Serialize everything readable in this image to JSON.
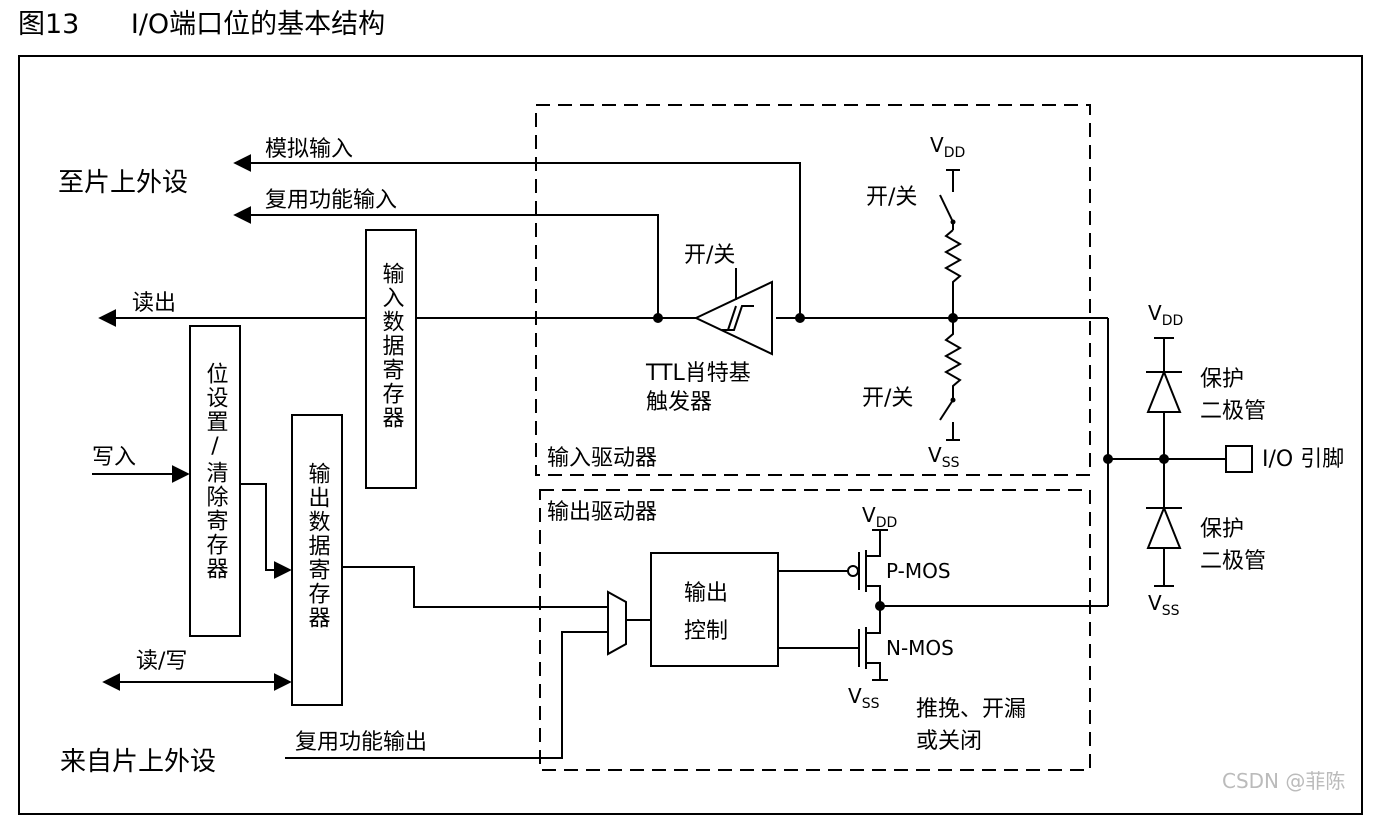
{
  "figure": {
    "number": "图13",
    "title": "I/O端口位的基本结构"
  },
  "labels": {
    "to_onchip_periph": "至片上外设",
    "analog_input": "模拟输入",
    "alt_func_input": "复用功能输入",
    "read_out": "读出",
    "write_in": "写入",
    "read_write": "读/写",
    "from_onchip_periph": "来自片上外设",
    "alt_func_output": "复用功能输出",
    "input_data_register": "输入数据寄存器",
    "bit_set_reset_register": "位设置/清除寄存器",
    "output_data_register": "输出数据寄存器",
    "on_off_1": "开/关",
    "on_off_2": "开/关",
    "on_off_3": "开/关",
    "ttl_schmitt_line1": "TTL肖特基",
    "ttl_schmitt_line2": "触发器",
    "input_driver": "输入驱动器",
    "output_driver": "输出驱动器",
    "output_control_line1": "输出",
    "output_control_line2": "控制",
    "pmos": "P-MOS",
    "nmos": "N-MOS",
    "mode_line1": "推挽、开漏",
    "mode_line2": "或关闭",
    "protect_diode_top_1": "保护",
    "protect_diode_top_2": "二极管",
    "protect_diode_bot_1": "保护",
    "protect_diode_bot_2": "二极管",
    "io_pin": "I/O 引脚",
    "vdd": "V",
    "vdd_sub": "DD",
    "vss": "V",
    "vss_sub": "SS"
  },
  "watermark": "CSDN @菲陈"
}
